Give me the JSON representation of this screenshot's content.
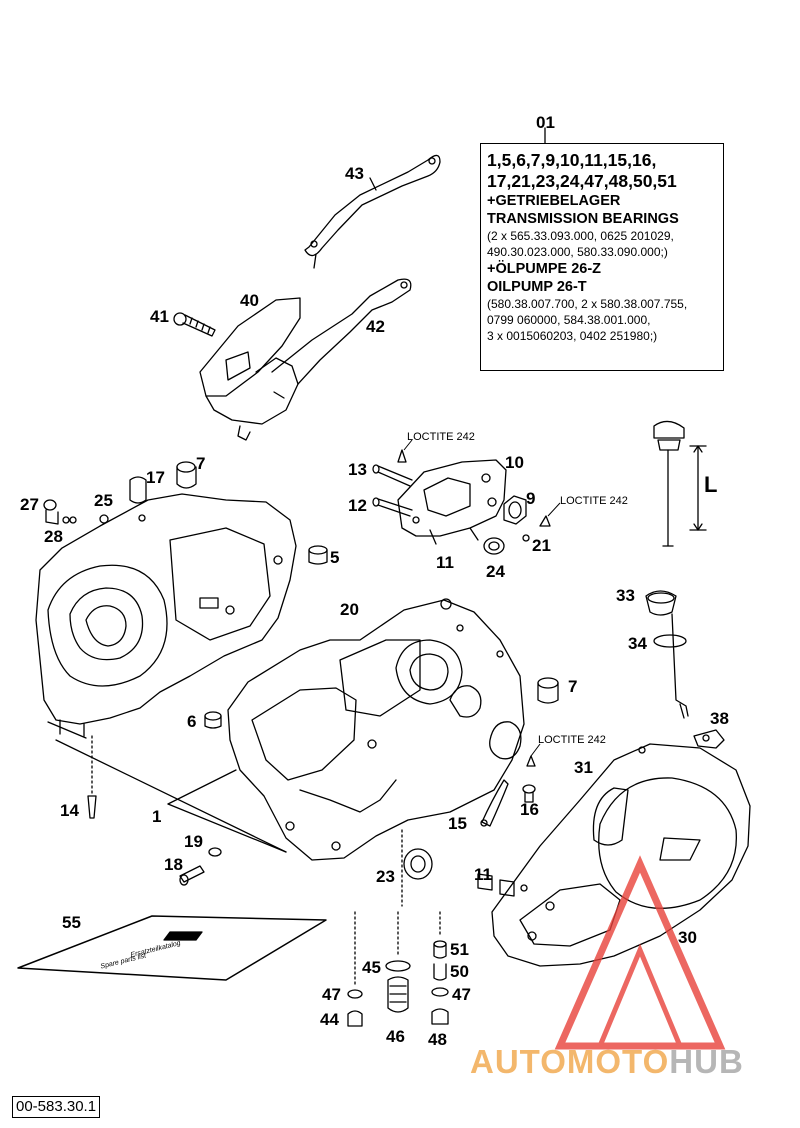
{
  "info_box": {
    "number": "01",
    "line1": "1,5,6,7,9,10,11,15,16,",
    "line2": "17,21,23,24,47,48,50,51",
    "line3": "+GETRIEBELAGER",
    "line4": "TRANSMISSION BEARINGS",
    "line5": "(2 x 565.33.093.000, 0625 201029,",
    "line6": "490.30.023.000, 580.33.090.000;)",
    "line7": "+ÖLPUMPE 26-Z",
    "line8": "OILPUMP 26-T",
    "line9": "(580.38.007.700, 2 x 580.38.007.755,",
    "line10": "0799 060000, 584.38.001.000,",
    "line11": "3 x 0015060203, 0402 251980;)"
  },
  "callouts": {
    "p43": "43",
    "p40": "40",
    "p41": "41",
    "p42": "42",
    "p7a": "7",
    "p17": "17",
    "p27": "27",
    "p25": "25",
    "p28": "28",
    "p5": "5",
    "p13": "13",
    "p12": "12",
    "p10": "10",
    "p9": "9",
    "p11a": "11",
    "p24": "24",
    "p21": "21",
    "pL": "L",
    "p33": "33",
    "p34": "34",
    "p20": "20",
    "p7b": "7",
    "p6": "6",
    "p38": "38",
    "p31": "31",
    "p14": "14",
    "p1": "1",
    "p15": "15",
    "p16": "16",
    "p19": "19",
    "p18": "18",
    "p23": "23",
    "p11b": "11",
    "p30": "30",
    "p55": "55",
    "p51": "51",
    "p45": "45",
    "p50": "50",
    "p47a": "47",
    "p47b": "47",
    "p44": "44",
    "p46": "46",
    "p48": "48"
  },
  "loctite": {
    "top": "LOCTITE 242",
    "right": "LOCTITE 242",
    "mid": "LOCTITE 242"
  },
  "manual_text": {
    "line1": "Ersatzteilkatalog",
    "line2": "Spare parts list"
  },
  "doc_number": "00-583.30.1",
  "watermark": {
    "part1": "AUTOMOTO",
    "part2": "HUB",
    "color1": "#f3b76c",
    "color2": "#b6b6b6",
    "triangle_color": "#e8423a"
  }
}
